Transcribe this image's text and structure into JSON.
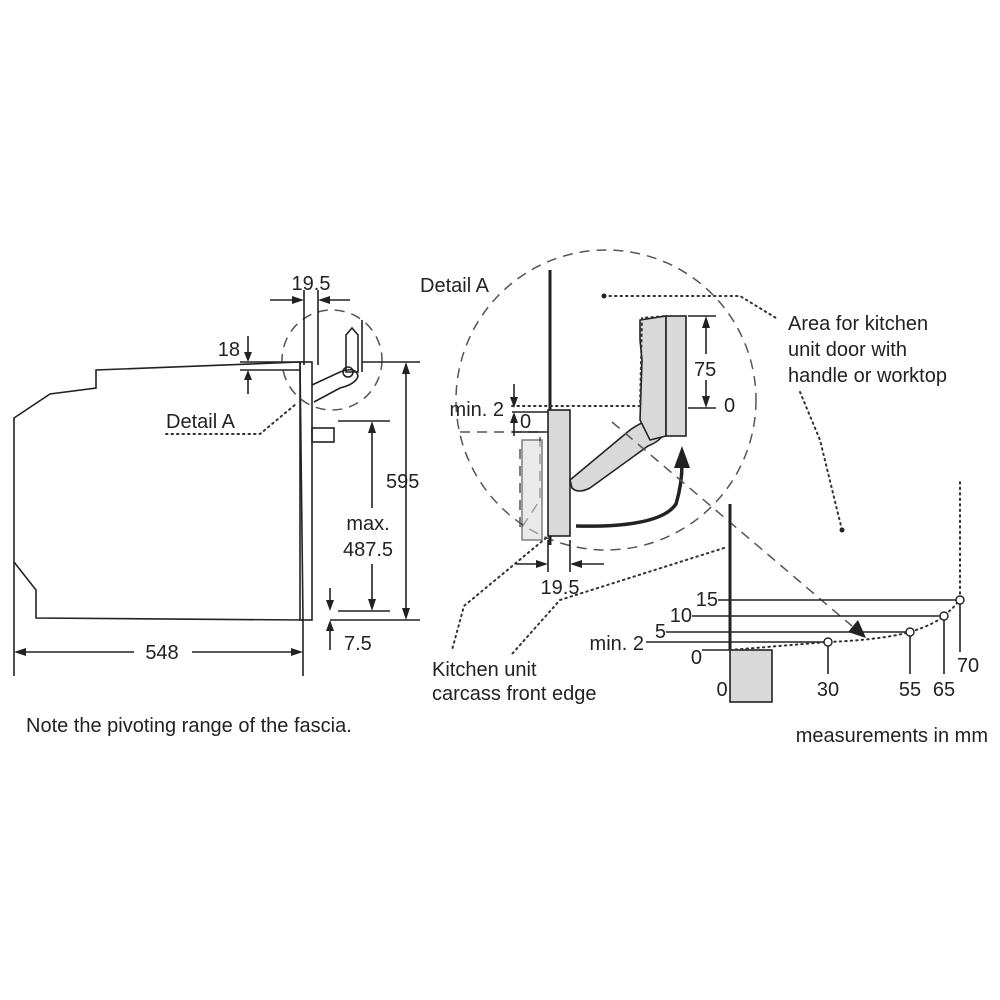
{
  "labels": {
    "detail_a_main": "Detail A",
    "detail_a_zoom": "Detail A",
    "area_note_line1": "Area for kitchen",
    "area_note_line2": "unit door with",
    "area_note_line3": "handle or worktop",
    "carcass_line1": "Kitchen unit",
    "carcass_line2": "carcass front edge",
    "note": "Note the pivoting range of the fascia.",
    "units": "measurements in mm"
  },
  "dimensions": {
    "top_width": "19.5",
    "fascia_height": "18",
    "total_height": "595",
    "max_label": "max.",
    "max_value": "487.5",
    "bottom_offset": "7.5",
    "depth": "548",
    "detail_min": "min. 2",
    "detail_zero": "0",
    "detail_75": "75",
    "detail_75_zero": "0",
    "detail_bottom_width": "19.5"
  },
  "pivot_scale": {
    "y_labels": [
      "15",
      "10",
      "5",
      "min. 2",
      "0"
    ],
    "x_labels": [
      "0",
      "30",
      "55",
      "65",
      "70"
    ]
  }
}
